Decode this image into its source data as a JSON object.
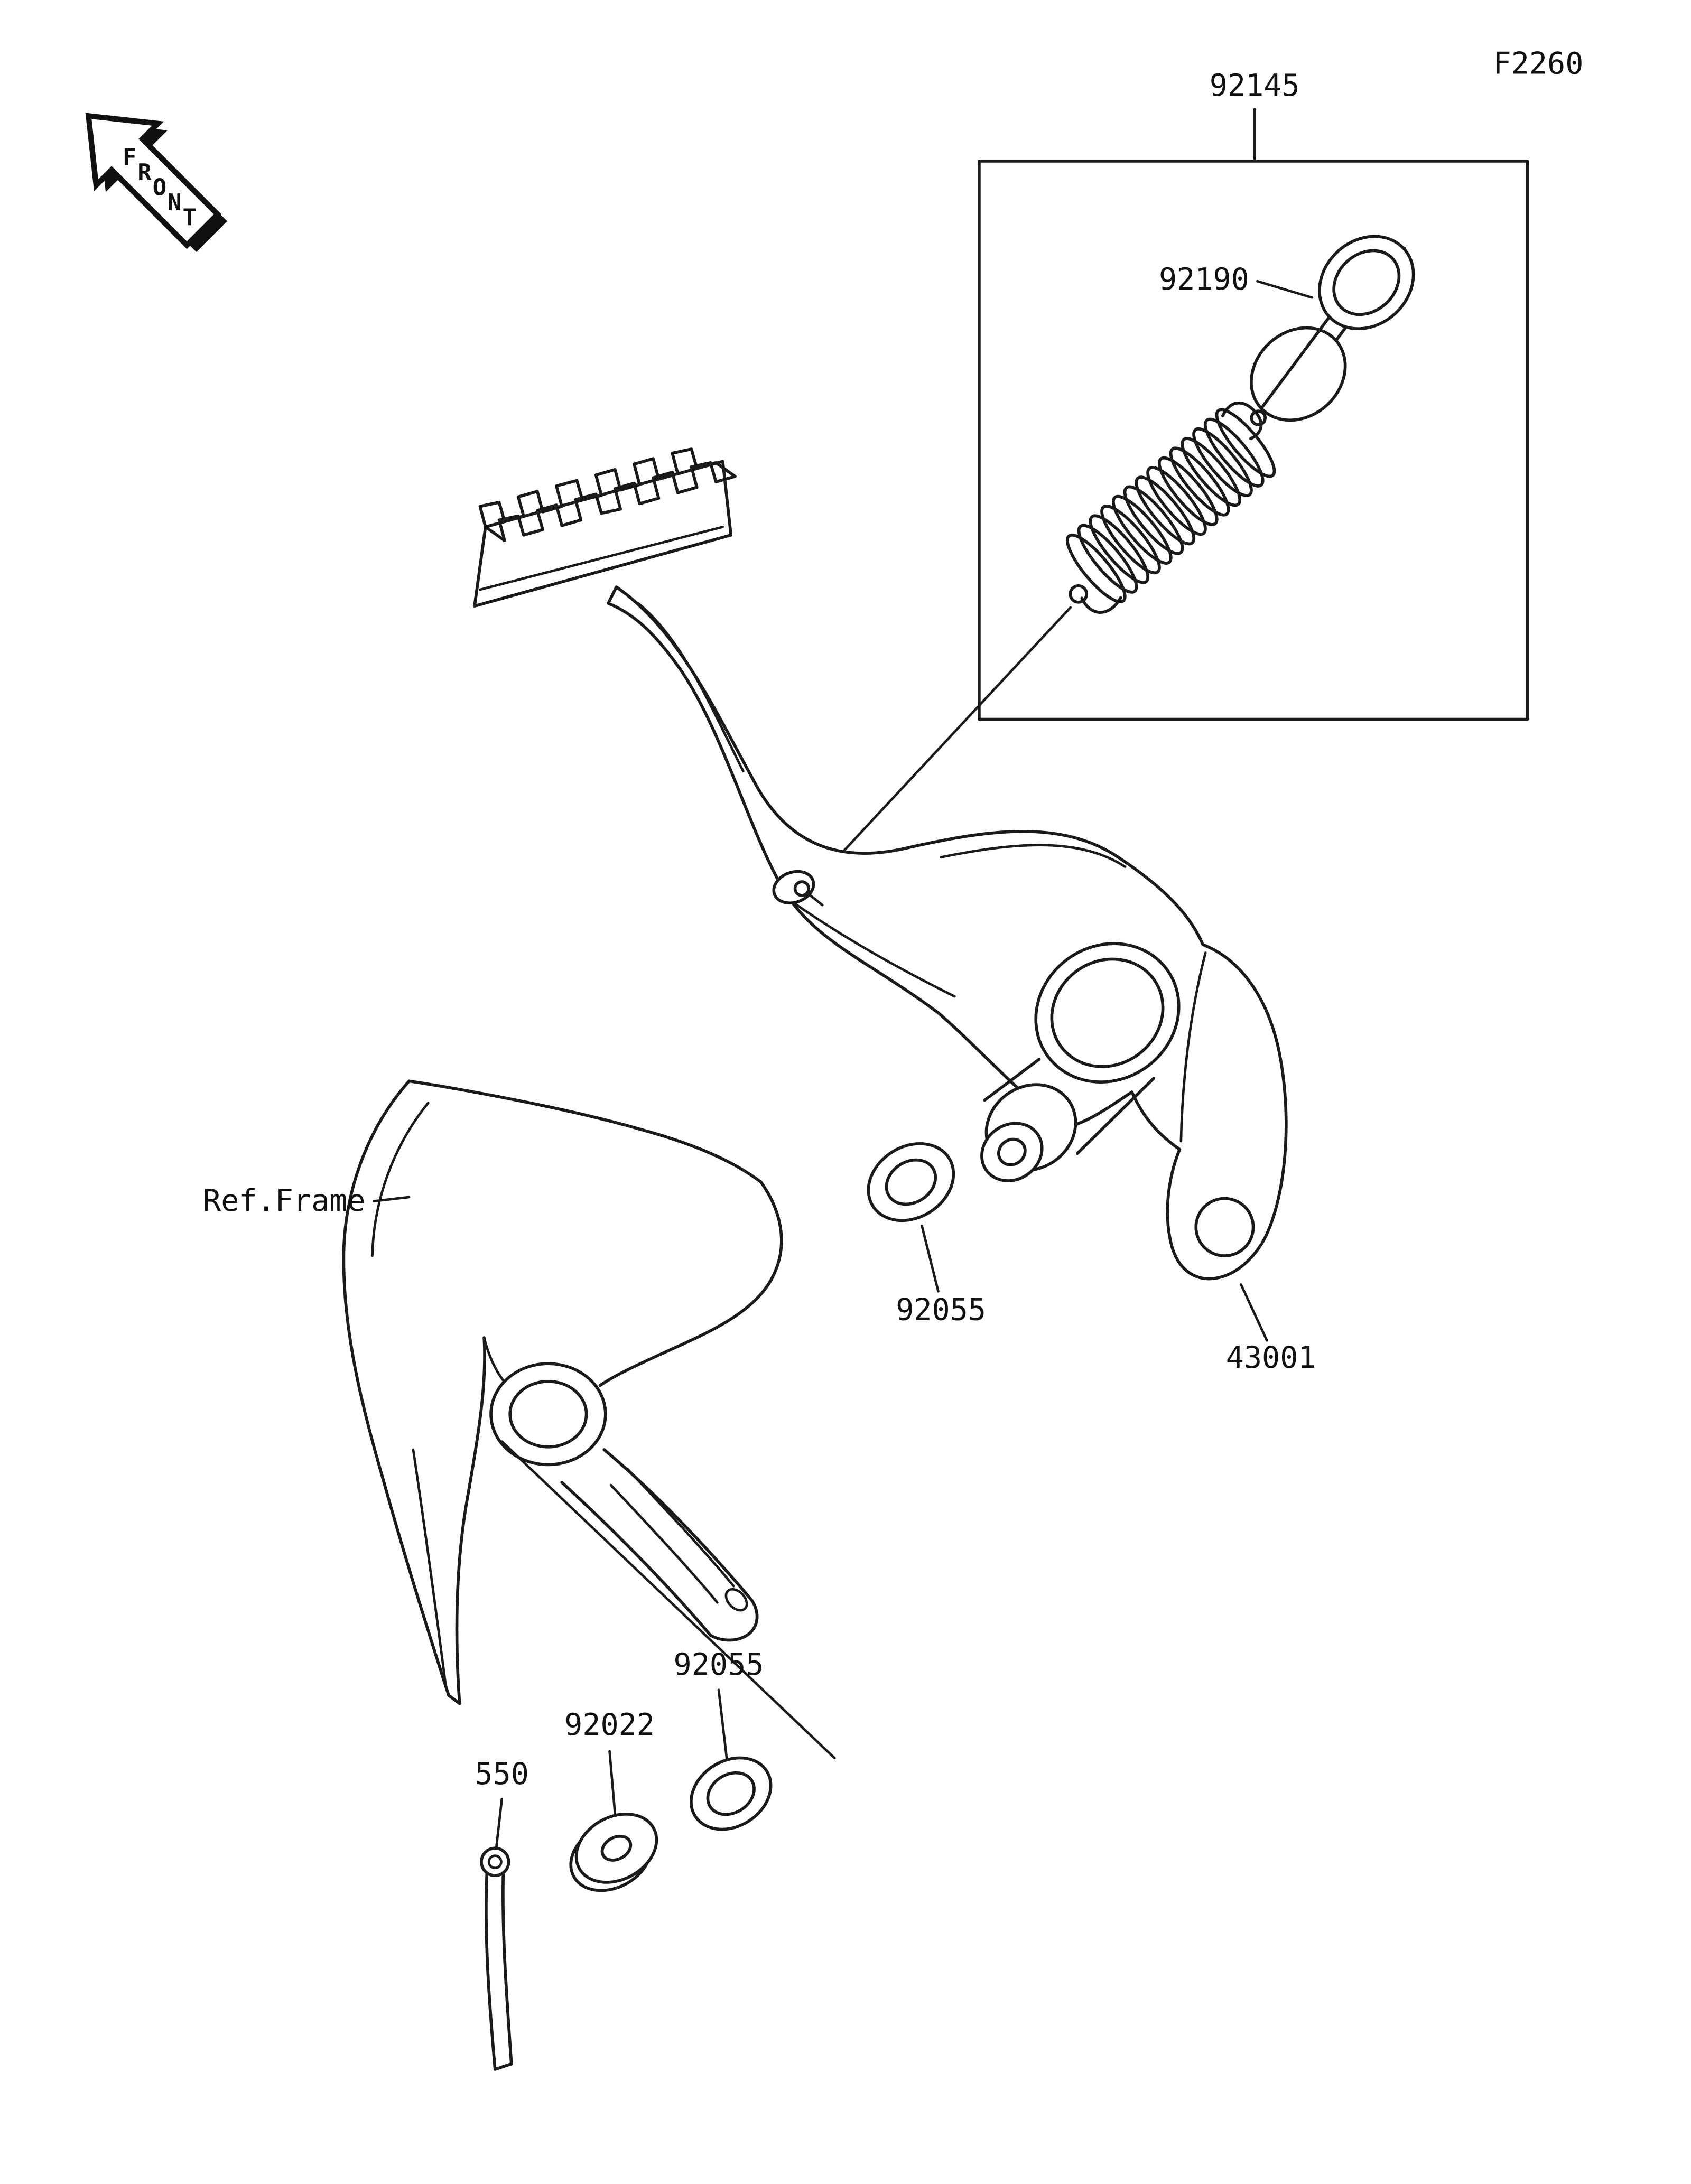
{
  "page": {
    "background": "#ffffff",
    "ink": "#1a1a1a"
  },
  "header": {
    "figure_code": "F2260"
  },
  "orientation": {
    "front_label": "FRONT"
  },
  "reference": {
    "frame_label": "Ref.Frame"
  },
  "parts": {
    "spring_kit": "92145",
    "collar": "92190",
    "washer_upper": "92055",
    "pedal": "43001",
    "washer_lower": "92055",
    "plain_washer": "92022",
    "cotter_pin": "550"
  }
}
